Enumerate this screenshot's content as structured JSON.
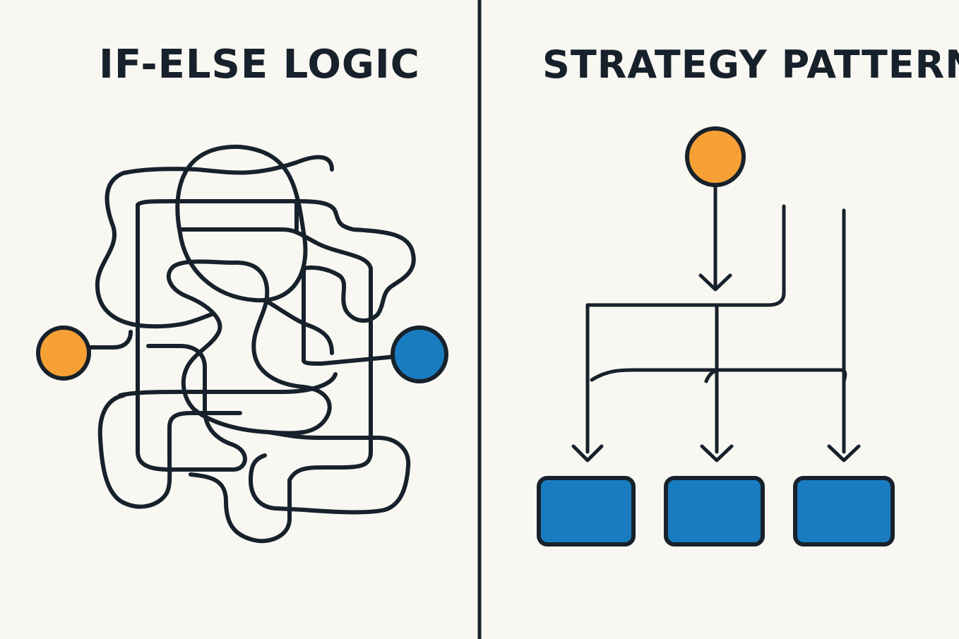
{
  "left_panel": {
    "title": "IF-ELSE LOGIC",
    "start_node_color": "#f7a035",
    "end_node_color": "#1a7cc0"
  },
  "right_panel": {
    "title": "STRATEGY PATTERN",
    "source_node_color": "#f7a035",
    "strategy_count": 3,
    "strategy_box_color": "#1a7cc0"
  },
  "colors": {
    "background": "#f8f7f2",
    "line": "#17212b"
  }
}
